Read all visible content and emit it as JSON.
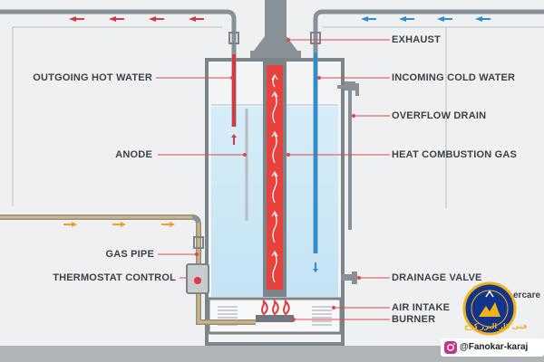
{
  "labels": {
    "outgoing_hot_water": "OUTGOING HOT WATER",
    "anode": "ANODE",
    "gas_pipe": "GAS PIPE",
    "thermostat_control": "THERMOSTAT CONTROL",
    "exhaust": "EXHAUST",
    "incoming_cold_water": "INCOMING COLD WATER",
    "overflow_drain": "OVERFLOW DRAIN",
    "heat_combustion_gas": "HEAT COMBUSTION GAS",
    "drainage_valve": "DRAINAGE VALVE",
    "air_intake": "AIR INTAKE",
    "burner": "BURNER"
  },
  "watermark": {
    "site_fragment": "ercare",
    "logo_text": "فنی کار البرز کرج",
    "instagram_handle": "@Fanokar-karaj"
  },
  "colors": {
    "hot_water_pipe": "#cf3b3f",
    "cold_water_pipe": "#2b8ed0",
    "gas_line_arrow": "#f0a12a",
    "water": "#cfe9f6",
    "tank_outline": "#7c8489",
    "flue": "#e8423f",
    "label_text": "#3c4248",
    "leader_line": "#e0474c"
  }
}
